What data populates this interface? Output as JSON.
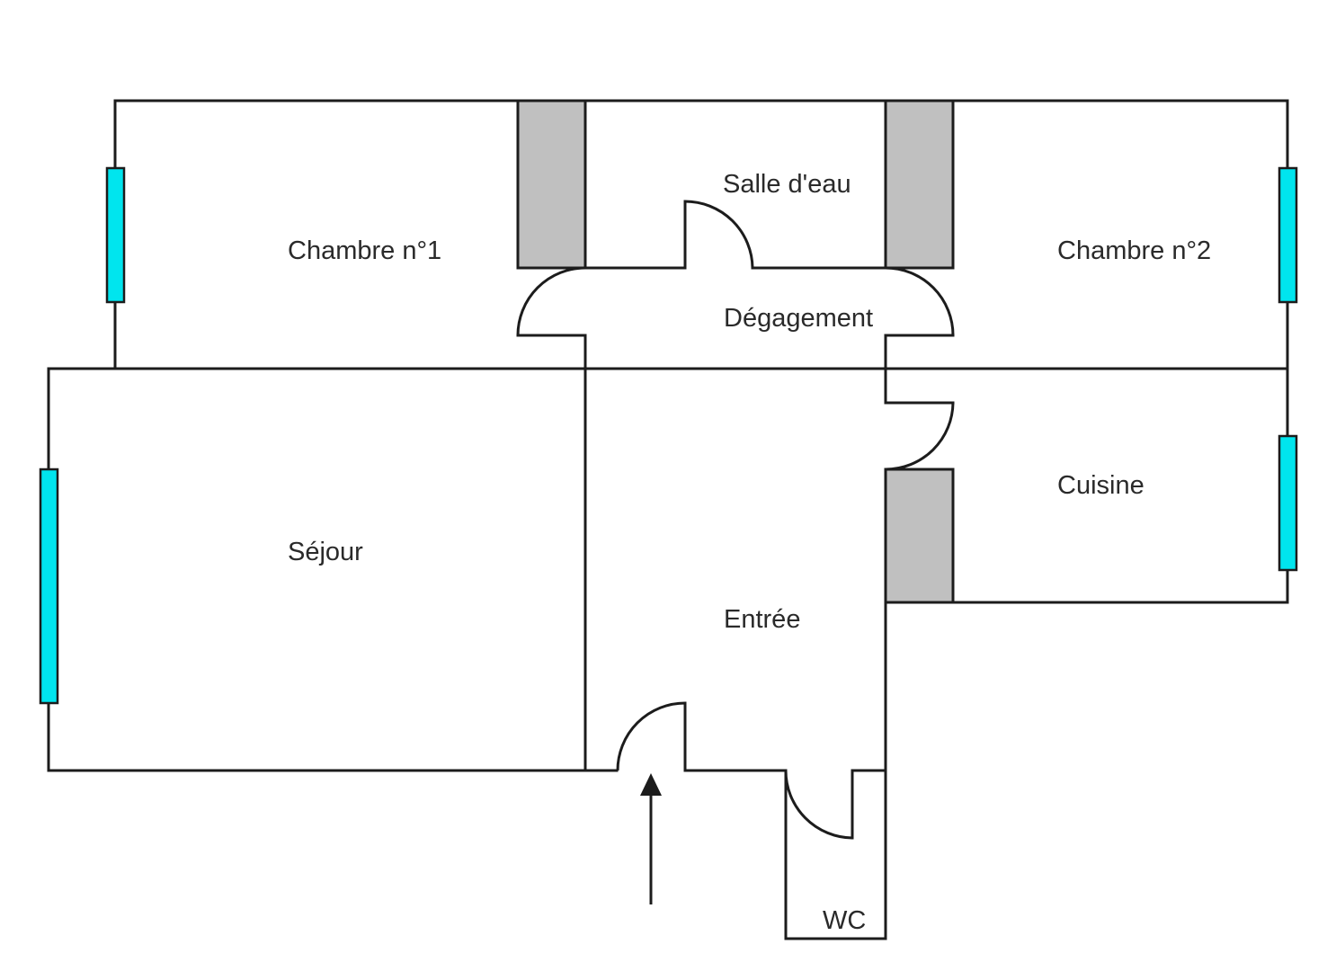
{
  "rooms": {
    "chambre1": "Chambre n°1",
    "salle_eau": "Salle d'eau",
    "chambre2": "Chambre n°2",
    "degagement": "Dégagement",
    "sejour": "Séjour",
    "cuisine": "Cuisine",
    "entree": "Entrée",
    "wc": "WC"
  },
  "colors": {
    "wall": "#1c1c1c",
    "closet": "#c0c0c0",
    "window": "#00e5ee"
  },
  "icons": {
    "entrance": "arrow-up-icon"
  }
}
